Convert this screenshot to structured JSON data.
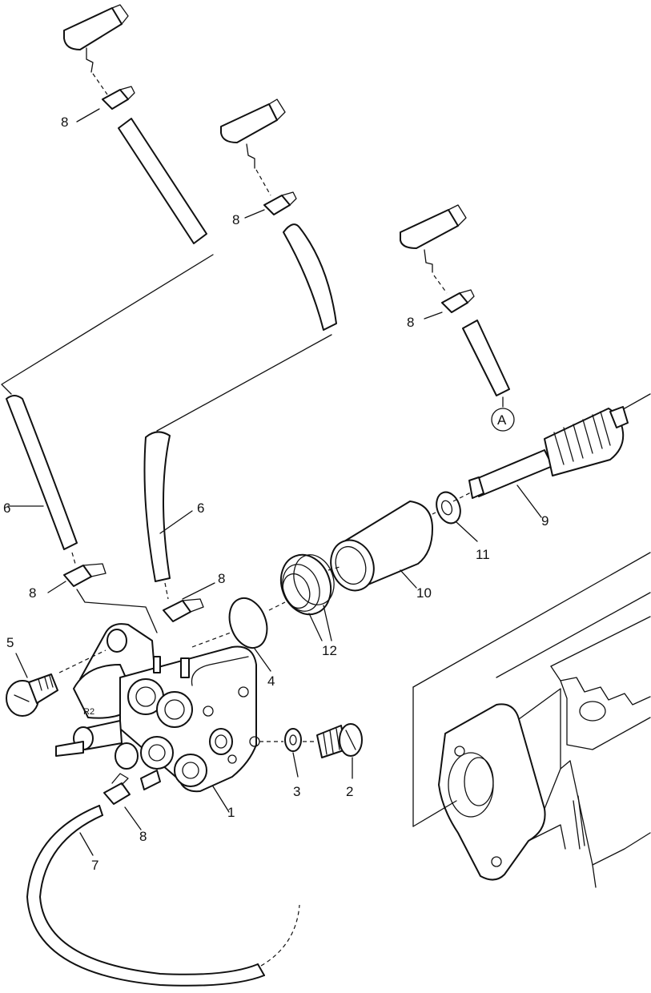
{
  "callouts": {
    "c1": "1",
    "c2": "2",
    "c3": "3",
    "c4": "4",
    "c5": "5",
    "c6a": "6",
    "c6b": "6",
    "c7": "7",
    "c8a": "8",
    "c8b": "8",
    "c8c": "8",
    "c8d": "8",
    "c8e": "8",
    "c8f": "8",
    "c9": "9",
    "c10": "10",
    "c11": "11",
    "c12": "12",
    "cA": "A"
  },
  "colors": {
    "ink": "#111111",
    "paper": "#ffffff"
  }
}
